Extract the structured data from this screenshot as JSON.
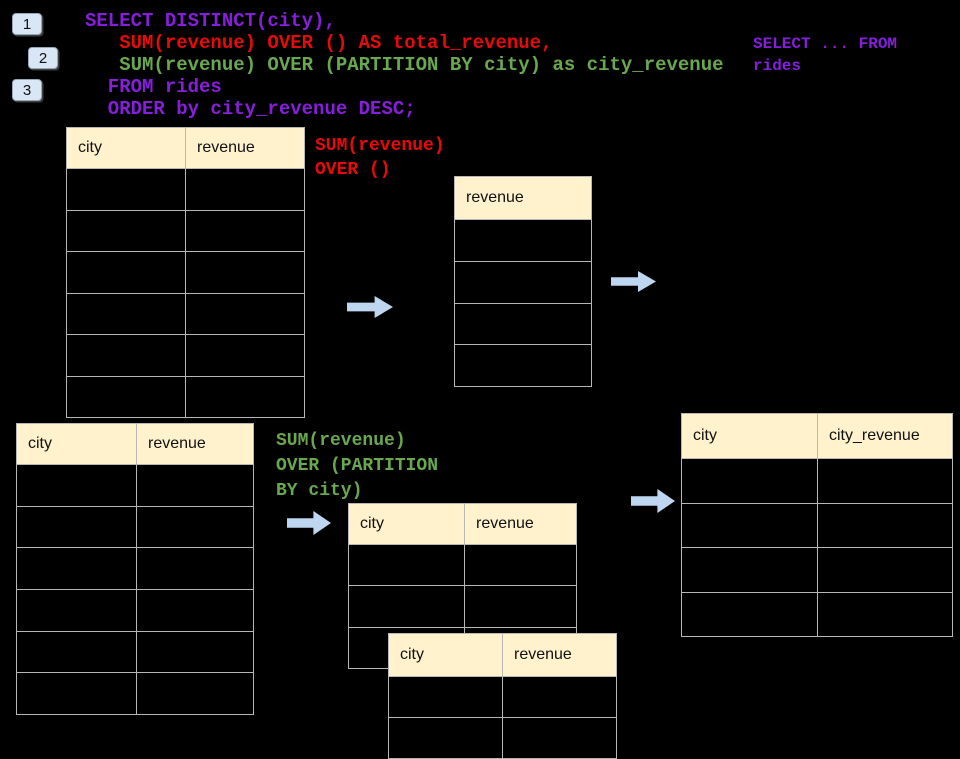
{
  "colors": {
    "purple": "#871EDC",
    "red": "#E80A0A",
    "green": "#6AA84F",
    "header_bg": "#FFF2CC",
    "table_border": "#B7B7B7",
    "arrow_blue": "#BED6F0",
    "badge_bg": "#D9E6F6"
  },
  "badges": [
    {
      "label": "1"
    },
    {
      "label": "2"
    },
    {
      "label": "3"
    }
  ],
  "sql_code": {
    "lines": [
      {
        "text": "SELECT DISTINCT(city),",
        "color": "purple"
      },
      {
        "text": "   SUM(revenue) OVER () AS total_revenue,",
        "color": "red"
      },
      {
        "text": "   SUM(revenue) OVER (PARTITION BY city) as city_revenue",
        "color": "green"
      },
      {
        "text": "  FROM rides",
        "color": "purple"
      },
      {
        "text": "  ORDER by city_revenue DESC;",
        "color": "purple"
      }
    ]
  },
  "side_note": {
    "line1": "SELECT ... FROM",
    "line2": "rides"
  },
  "annotations": {
    "total_label": {
      "line1": "SUM(revenue)",
      "line2": "OVER ()"
    },
    "partition_label": {
      "line1": "SUM(revenue)",
      "line2": "OVER (PARTITION",
      "line3": "BY city)"
    }
  },
  "tables": {
    "source": {
      "headers": [
        "city",
        "revenue"
      ],
      "body_rows": 6
    },
    "total_result": {
      "headers": [
        "revenue"
      ],
      "body_rows": 4
    },
    "source2": {
      "headers": [
        "city",
        "revenue"
      ],
      "body_rows": 6
    },
    "partition_mid": {
      "headers": [
        "city",
        "revenue"
      ],
      "body_rows": 3
    },
    "partition_overlay": {
      "headers": [
        "city",
        "revenue"
      ],
      "body_rows": 2
    },
    "city_revenue_result": {
      "headers": [
        "city",
        "city_revenue"
      ],
      "body_rows": 4
    }
  }
}
